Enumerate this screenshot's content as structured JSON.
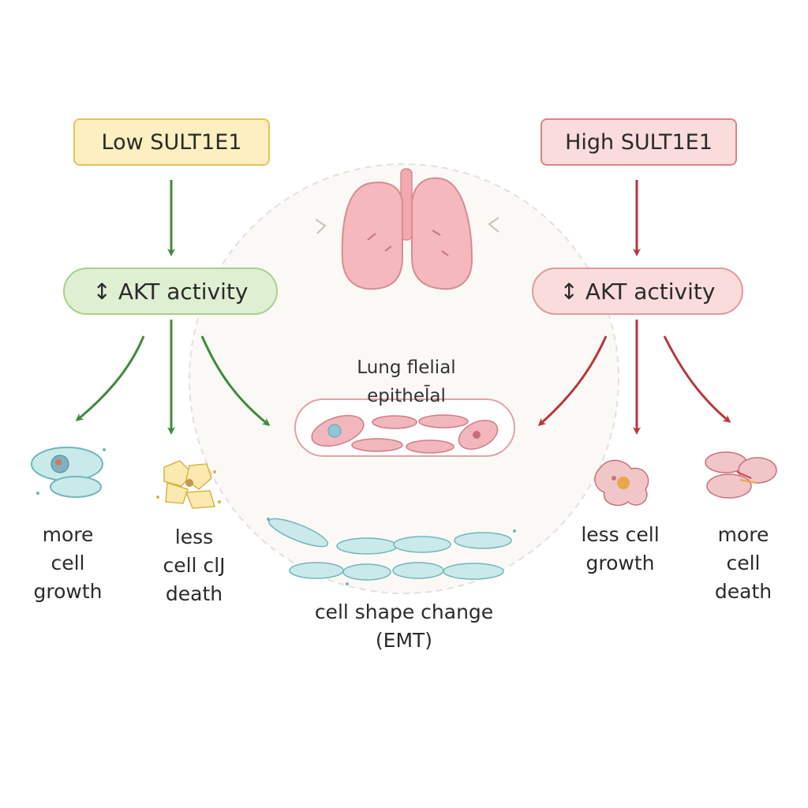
{
  "low_branch": {
    "title": "Low SULT1E1",
    "akt_label": "↕ AKT activity",
    "arrow_color": "#3f8b3b",
    "outcomes": [
      "more\ncell\ngrowth",
      "less\ncell clJ\ndeath"
    ]
  },
  "high_branch": {
    "title": "High SULT1E1",
    "akt_label": "↕ AKT activity",
    "arrow_color": "#b5373d",
    "outcomes": [
      "less cell\ngrowth",
      "more\ncell\ndeath"
    ]
  },
  "center": {
    "lung_label": "Lung flelial\nepithel̄al",
    "emt_label": "cell shape change\n(EMT)"
  },
  "colors": {
    "lung_pink": "#f4b8bd",
    "emt_cell": "#c9e9ea",
    "dead_cell": "#f1c6c8",
    "yellow_cell": "#fbeab0"
  }
}
